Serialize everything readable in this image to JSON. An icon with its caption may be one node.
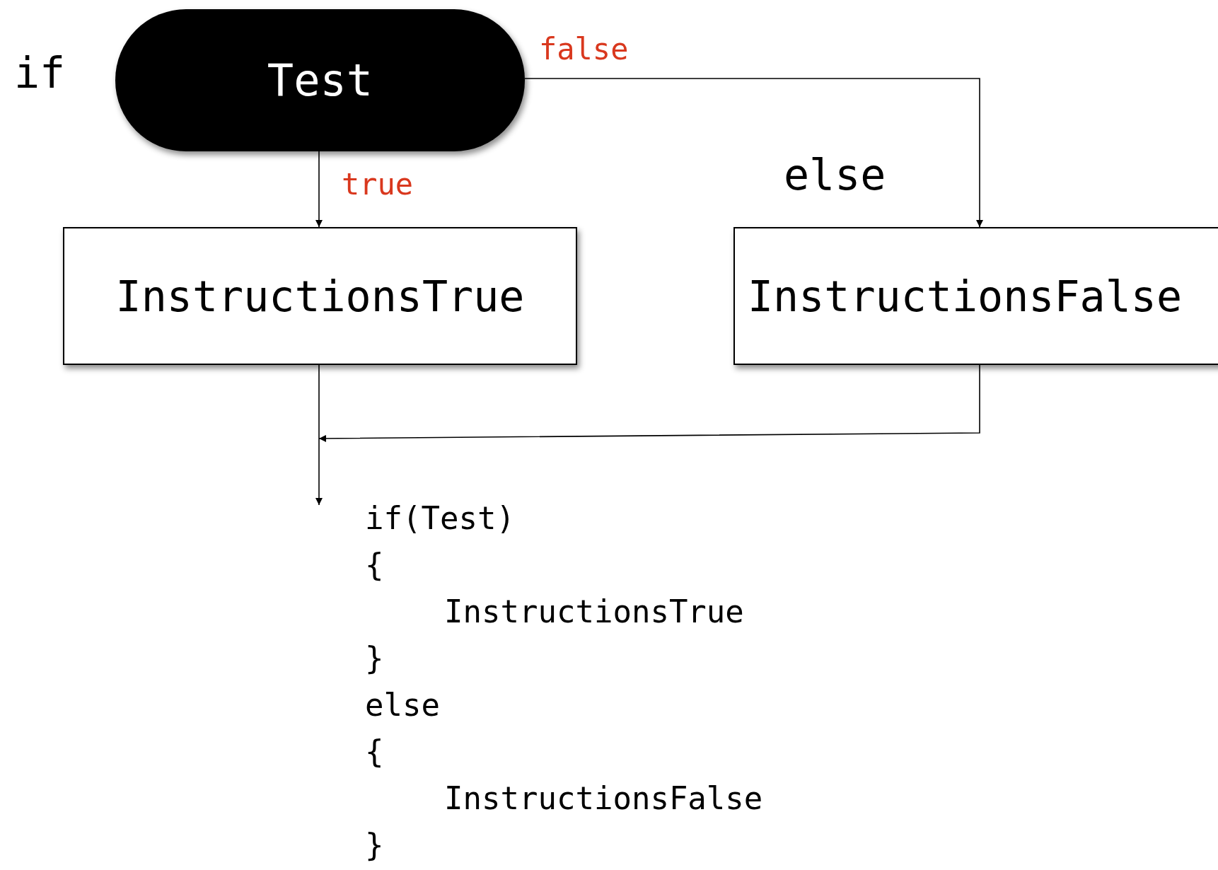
{
  "diagram": {
    "nodes": [
      {
        "text": [
          "Test"
        ],
        "beside": [
          "if"
        ]
      },
      {
        "text": [
          "InstructionsTrue"
        ]
      },
      {
        "text": [
          "InstructionsFalse"
        ],
        "beside": [
          "else"
        ]
      }
    ],
    "edges": [
      {
        "from": 0,
        "to": 1,
        "arrow": "to",
        "label": "true"
      },
      {
        "from": 0,
        "to": 2,
        "arrow": "to",
        "label": "false"
      },
      {
        "from": 1,
        "to": null,
        "arrow": "to"
      },
      {
        "from": 2,
        "to": null,
        "arrow": "to"
      }
    ],
    "labels": [
      "if(Test)",
      "{",
      "InstructionsTrue",
      "}",
      "else",
      "{",
      "InstructionsFalse",
      "}"
    ]
  }
}
